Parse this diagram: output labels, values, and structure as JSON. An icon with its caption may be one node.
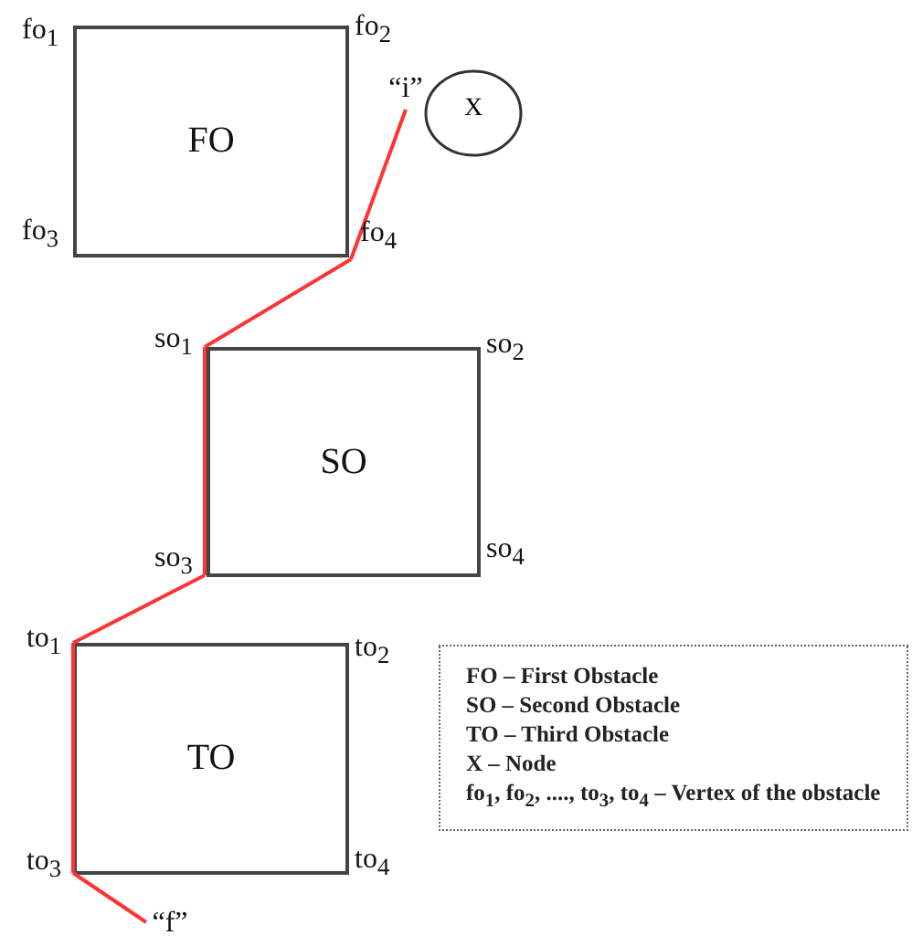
{
  "diagram": {
    "nodes": [
      {
        "text": [
          "FO"
        ]
      },
      {
        "text": [
          "SO"
        ]
      },
      {
        "text": [
          "TO"
        ]
      },
      {
        "text": [
          "X"
        ]
      },
      {
        "text": [
          "“i”"
        ]
      },
      {
        "text": [
          "fo$_{4}$"
        ]
      },
      {
        "text": [
          "so$_{1}$"
        ]
      },
      {
        "text": [
          "so$_{3}$"
        ]
      },
      {
        "text": [
          "to$_{1}$"
        ]
      },
      {
        "text": [
          "to$_{3}$"
        ]
      },
      {
        "text": [
          "“f”"
        ]
      }
    ],
    "edges": [
      {
        "from": 4,
        "to": 5,
        "arrow": "none"
      },
      {
        "from": 5,
        "to": 6,
        "arrow": "none"
      },
      {
        "from": 6,
        "to": 7,
        "arrow": "none"
      },
      {
        "from": 7,
        "to": 8,
        "arrow": "none"
      },
      {
        "from": 8,
        "to": 9,
        "arrow": "none"
      },
      {
        "from": 9,
        "to": 10,
        "arrow": "none"
      }
    ],
    "labels": [
      "fo$_{1}$",
      "fo$_{2}$",
      "fo$_{3}$",
      "so$_{2}$",
      "so$_{4}$",
      "to$_{2}$",
      "to$_{4}$"
    ],
    "legend": [
      {
        "text": "FO – First Obstacle"
      },
      {
        "text": "SO – Second Obstacle"
      },
      {
        "text": "TO – Third Obstacle"
      },
      {
        "text": "X – Node"
      },
      {
        "text": "fo$_{1}$, fo$_{2}$, ...., to$_{3}$, to$_{4}$ – Vertex of the obstacle"
      }
    ]
  }
}
